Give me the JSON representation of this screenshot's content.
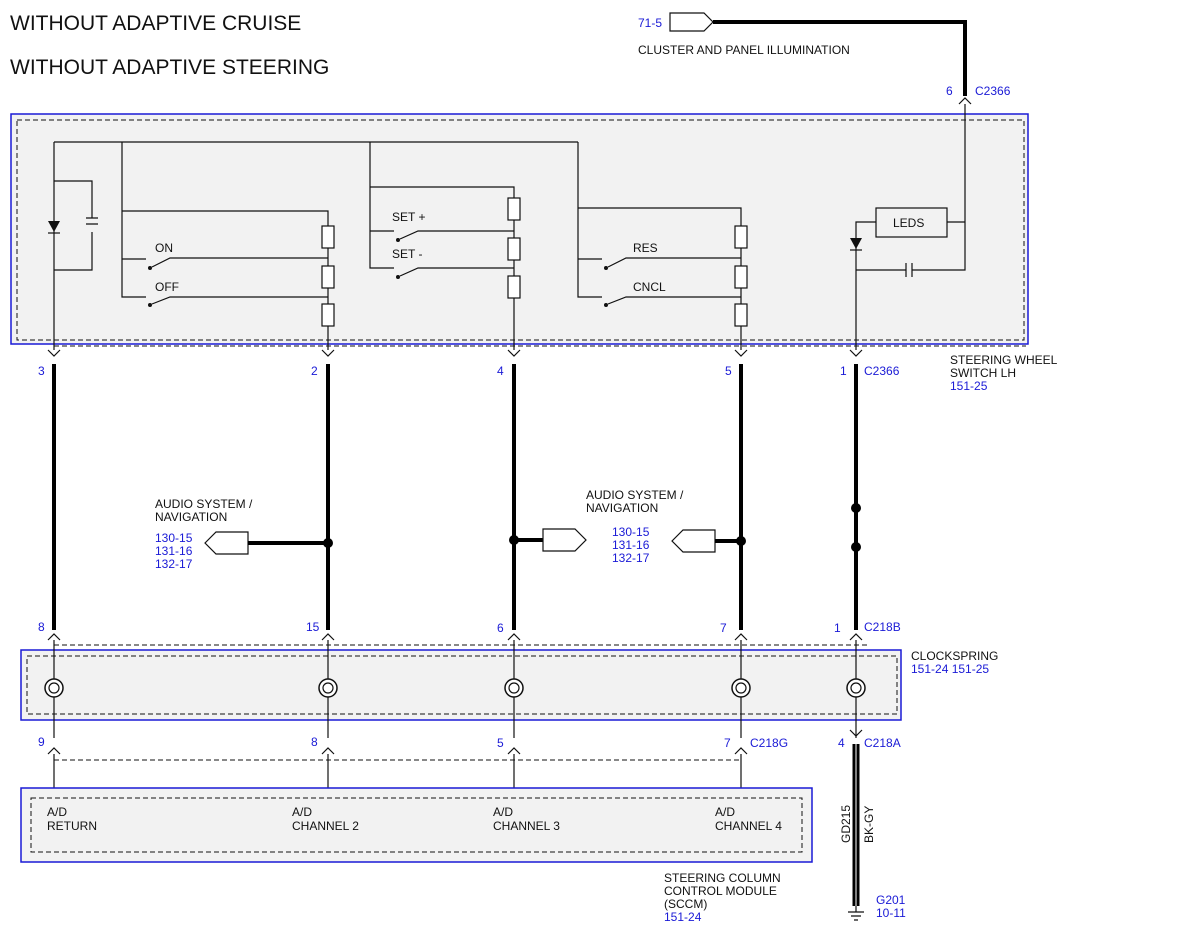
{
  "titles": {
    "line1": "WITHOUT ADAPTIVE CRUISE",
    "line2": "WITHOUT ADAPTIVE STEERING"
  },
  "illumination": {
    "ref": "71-5",
    "label": "CLUSTER AND PANEL ILLUMINATION",
    "pin": "6",
    "connector": "C2366"
  },
  "switch_module": {
    "name_line1": "STEERING WHEEL",
    "name_line2": "SWITCH LH",
    "ref": "151-25",
    "labels": {
      "on": "ON",
      "off": "OFF",
      "set_plus": "SET +",
      "set_minus": "SET -",
      "res": "RES",
      "cncl": "CNCL",
      "leds": "LEDS"
    },
    "pins": [
      "3",
      "2",
      "4",
      "5",
      "1"
    ],
    "connector": "C2366"
  },
  "audio_left": {
    "line1": "AUDIO SYSTEM /",
    "line2": "NAVIGATION",
    "refs": [
      "130-15",
      "131-16",
      "132-17"
    ]
  },
  "audio_right": {
    "line1": "AUDIO SYSTEM /",
    "line2": "NAVIGATION",
    "refs": [
      "130-15",
      "131-16",
      "132-17"
    ]
  },
  "clockspring": {
    "name": "CLOCKSPRING",
    "refs": "151-24  151-25",
    "top_pins": [
      "8",
      "15",
      "6",
      "7",
      "1"
    ],
    "top_connector": "C218B",
    "bottom_pins": [
      "9",
      "8",
      "5",
      "7",
      "4"
    ],
    "connector_g": "C218G",
    "connector_a": "C218A"
  },
  "sccm": {
    "name_line1": "STEERING COLUMN",
    "name_line2": "CONTROL MODULE",
    "name_line3": "(SCCM)",
    "ref": "151-24",
    "channels": [
      {
        "l1": "A/D",
        "l2": "RETURN"
      },
      {
        "l1": "A/D",
        "l2": "CHANNEL 2"
      },
      {
        "l1": "A/D",
        "l2": "CHANNEL 3"
      },
      {
        "l1": "A/D",
        "l2": "CHANNEL 4"
      }
    ]
  },
  "ground": {
    "circuit": "GD215",
    "color": "BK-GY",
    "ref": "G201",
    "ref2": "10-11"
  },
  "colors": {
    "reference_blue": "#1a1ad6",
    "module_fill": "#f2f2f2",
    "wire": "#000000"
  }
}
